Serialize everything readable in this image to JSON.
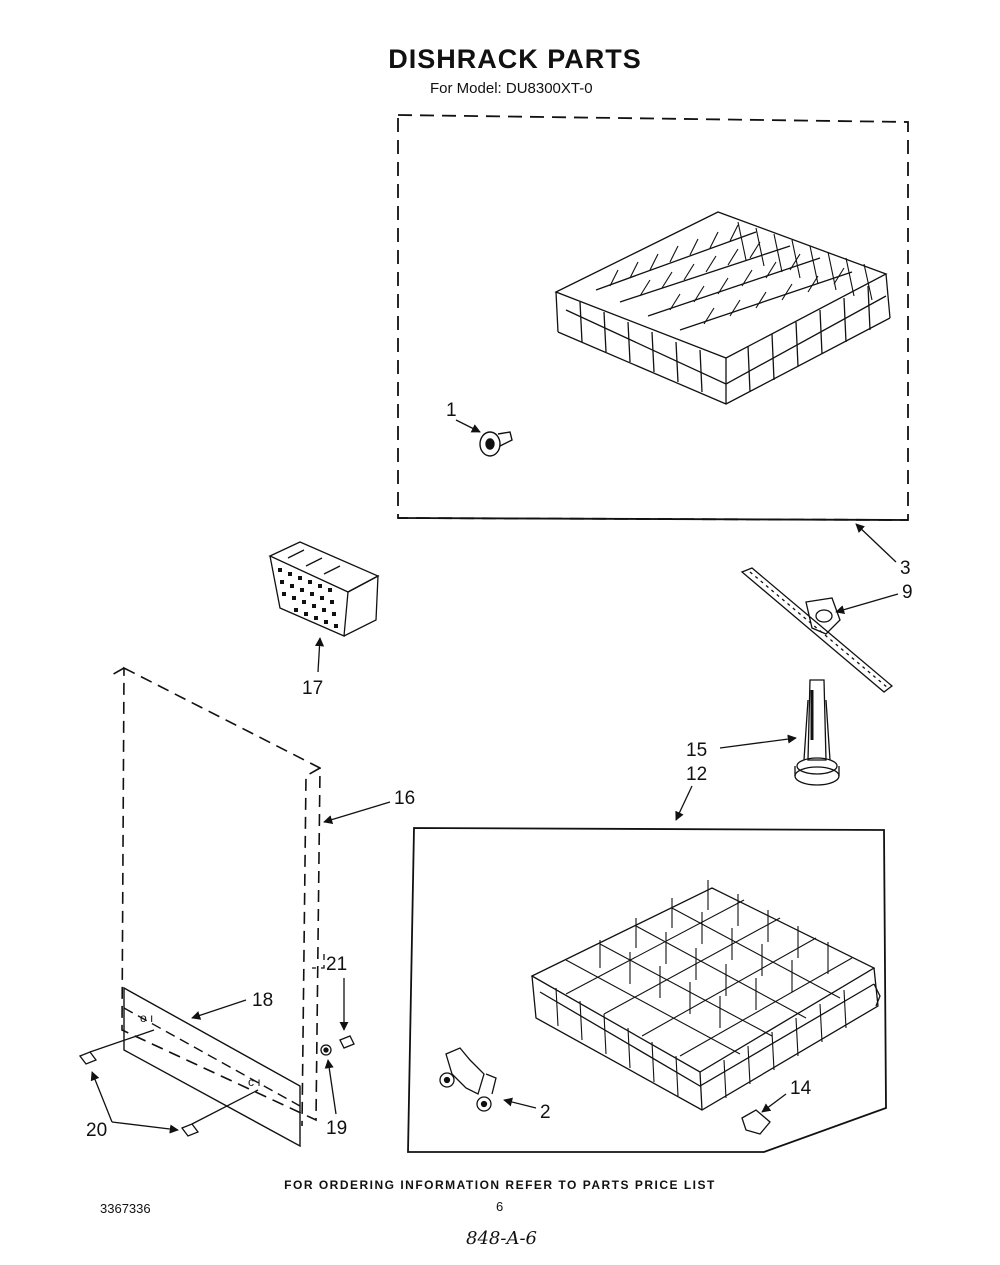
{
  "header": {
    "title": "DISHRACK PARTS",
    "subtitle": "For Model: DU8300XT-0"
  },
  "callouts": {
    "c1": "1",
    "c2": "2",
    "c3": "3",
    "c9": "9",
    "c12": "12",
    "c14": "14",
    "c15": "15",
    "c16": "16",
    "c17": "17",
    "c18": "18",
    "c19": "19",
    "c20": "20",
    "c21": "21"
  },
  "footer": {
    "ordering_note": "FOR ORDERING INFORMATION REFER TO PARTS PRICE LIST",
    "doc_number": "3367336",
    "page_number": "6",
    "handwritten_code": "848-A-6"
  }
}
